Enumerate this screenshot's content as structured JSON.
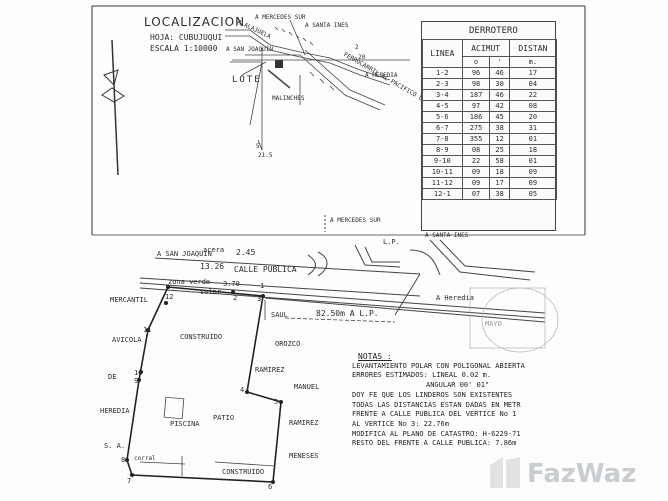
{
  "localizacion": {
    "title": "LOCALIZACION",
    "hoja": "HOJA: CUBUJUQUI",
    "escala": "ESCALA 1:10000"
  },
  "location_labels": {
    "mercedes_sur": "A MERCEDES SUR",
    "santa_ines": "A SANTA INES",
    "alajuela": "A ALAJUELA",
    "san_joaquin": "A SAN JOAQUIN",
    "heredia": "A HEREDIA",
    "ferrocarril": "FERROCARRIL AL PACIFICO DE COSTA RICA",
    "malinches": "MALINCHES",
    "lote": "LOTE",
    "num_5": "5",
    "num_215": "21.5",
    "num_2": "2",
    "num_20": "20"
  },
  "derrotero": {
    "title": "DERROTERO",
    "headers": [
      "LINEA",
      "ACIMUT",
      "DISTAN"
    ],
    "subheaders": [
      "o",
      "'",
      "m."
    ],
    "rows": [
      [
        "1-2",
        "96",
        "46",
        "17"
      ],
      [
        "2-3",
        "98",
        "30",
        "04"
      ],
      [
        "3-4",
        "187",
        "46",
        "22"
      ],
      [
        "4-5",
        "97",
        "42",
        "08"
      ],
      [
        "5-6",
        "186",
        "45",
        "20"
      ],
      [
        "6-7",
        "275",
        "38",
        "31"
      ],
      [
        "7-8",
        "355",
        "12",
        "01"
      ],
      [
        "8-9",
        "08",
        "25",
        "18"
      ],
      [
        "9-10",
        "22",
        "58",
        "01"
      ],
      [
        "10-11",
        "09",
        "18",
        "09"
      ],
      [
        "11-12",
        "09",
        "17",
        "09"
      ],
      [
        "12-1",
        "07",
        "38",
        "05"
      ]
    ]
  },
  "site_labels": {
    "a_mercedes_sur": "A MERCEDES SUR",
    "a_santa_ines": "A SANTA INES",
    "lp": "L.P.",
    "a_heredia": "A Heredia",
    "a_san_joaquin": "A SAN JOAQUIN",
    "acera": "acera",
    "acera_val": "2.45",
    "width_1326": "13.26",
    "calle_publica": "CALLE PUBLICA",
    "zona_verde": "zona verde",
    "zona_val": "3.70",
    "solar": "solar",
    "alp": "82.50m A L.P.",
    "mayo": "MAYO"
  },
  "plan_labels": {
    "mercantil": "MERCANTIL",
    "avicola": "AVICOLA",
    "de": "DE",
    "heredia": "HEREDIA",
    "sa": "S. A.",
    "construido_top": "CONSTRUIDO",
    "construido_bottom": "CONSTRUIDO",
    "patio": "PATIO",
    "piscina": "PISCINA",
    "corral": "corral",
    "saul": "SAUL",
    "orozco": "OROZCO",
    "ramirez_a": "RAMIREZ",
    "manuel": "MANUEL",
    "ramirez_b": "RAMIREZ",
    "meneses": "MENESES",
    "v1": "1",
    "v2": "2",
    "v3": "3",
    "v4": "4",
    "v5": "5",
    "v6": "6",
    "v7": "7",
    "v8": "8",
    "v9": "9",
    "v10": "10",
    "v11": "11",
    "v12": "12"
  },
  "notas": {
    "title": "NOTAS :",
    "lines": [
      "LEVANTAMIENTO POLAR CON POLIGONAL ABIERTA",
      "ERRORES ESTIMADOS: LINEAL 0.02 m.",
      "ANGULAR 00' 01\"",
      "DOY FE QUE LOS LINDEROS SON EXISTENTES",
      "TODAS LAS DISTANCIAS ESTAN DADAS EN METR",
      "FRENTE A CALLE PUBLICA DEL VERTICE No 1",
      "AL VERTICE No 3: 22.76m",
      "MODIFICA AL PLANO DE CATASTRO: H-6229-71",
      "RESTO DEL FRENTE A CALLE PUBLICA: 7.86m"
    ]
  },
  "watermark": "FazWaz"
}
